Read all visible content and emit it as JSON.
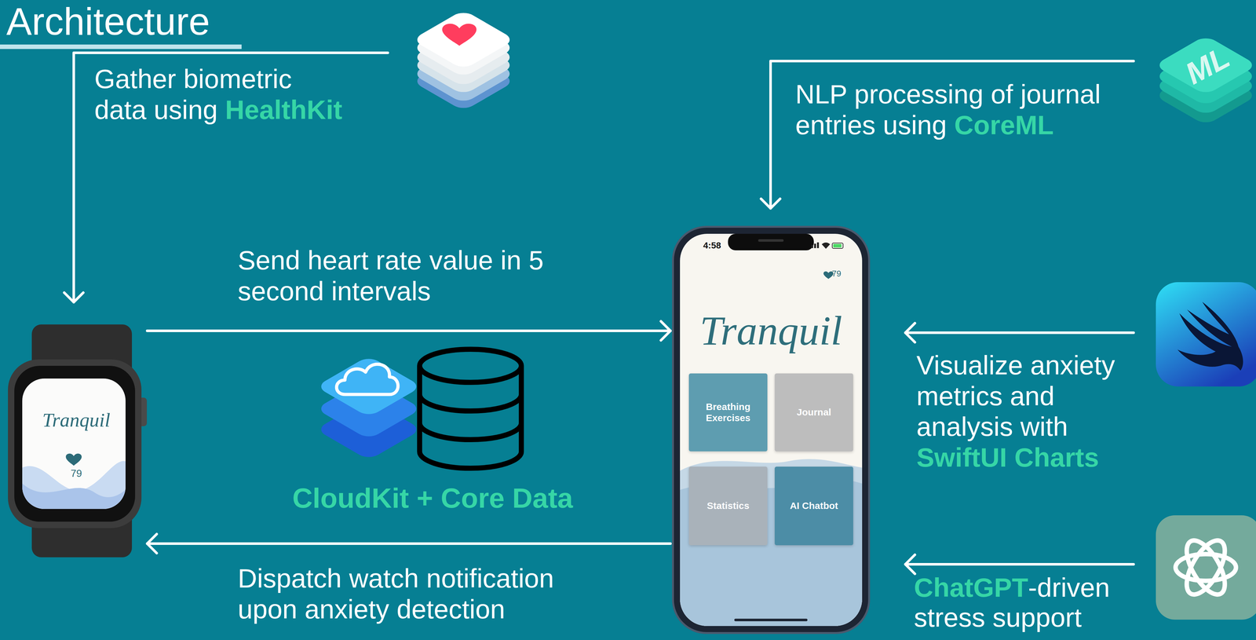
{
  "diagram": {
    "title": "Architecture",
    "nodes": [
      {
        "text": [
          "Tranquil",
          "79"
        ]
      },
      {
        "text": [
          "4:58",
          "79",
          "Tranquil"
        ]
      },
      {
        "text": [
          "Breathing Exercises"
        ],
        "in": 1
      },
      {
        "text": [
          "Journal"
        ],
        "in": 1
      },
      {
        "text": [
          "Statistics"
        ],
        "in": 1
      },
      {
        "text": [
          "AI Chatbot"
        ],
        "in": 1
      }
    ],
    "edges": [
      {
        "from": 0,
        "to": 1,
        "arrow": "to",
        "label": "Send heart rate value in 5 second intervals"
      },
      {
        "from": 1,
        "to": 0,
        "arrow": "to",
        "label": "Dispatch watch notification upon anxiety detection"
      }
    ],
    "labels": [
      "Gather biometric data using",
      "HealthKit",
      "NLP processing of journal entries using",
      "CoreML",
      "CloudKit + Core Data",
      "Visualize anxiety metrics and analysis with",
      "SwiftUI Charts",
      "ChatGPT",
      "-driven stress support",
      "ML"
    ]
  }
}
